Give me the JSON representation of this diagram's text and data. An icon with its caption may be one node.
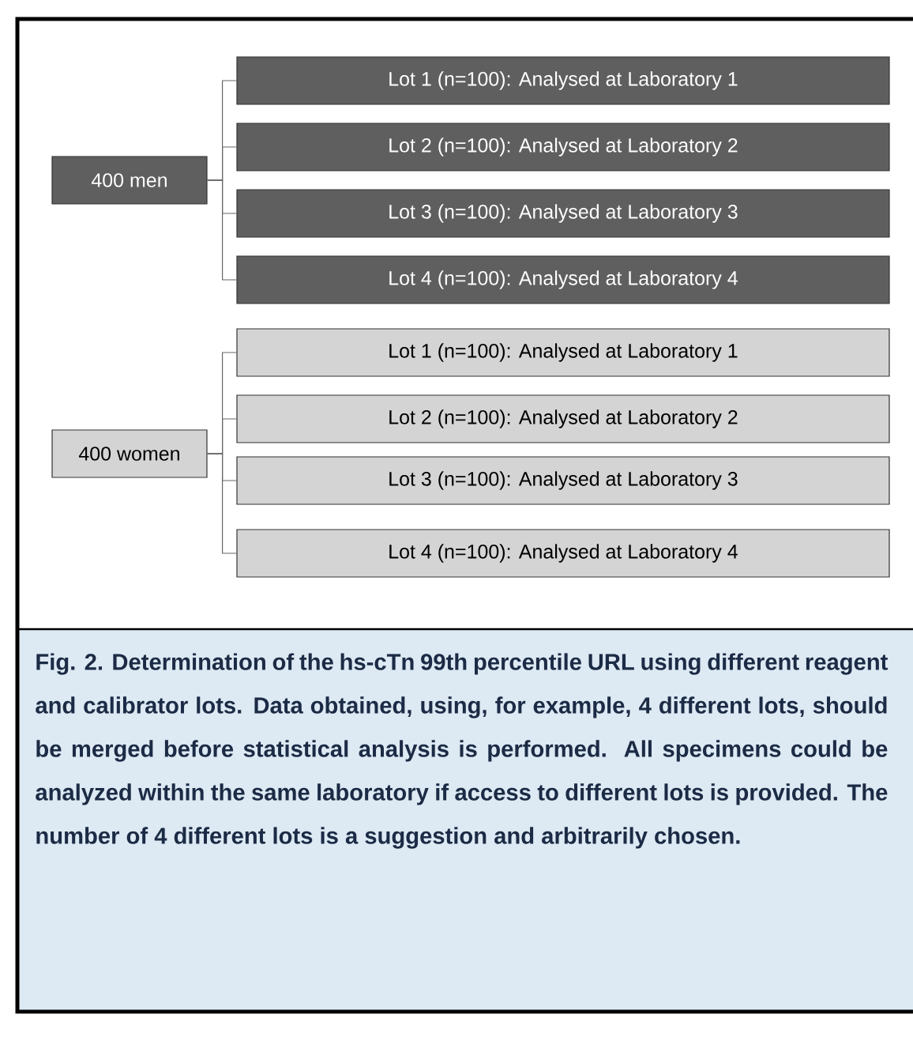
{
  "diagram": {
    "caption": "Fig. 2. Determination of the hs-cTn 99th percentile URL using different reagent and calibrator lots. Data obtained, using, for example, 4 different lots, should be merged before statistical analysis is performed. All specimens could be analyzed within the same laboratory if access to different lots is provided. The number of 4 different lots is a suggestion and arbitrarily chosen.",
    "nodes": [
      {
        "text": [
          "400 men"
        ]
      },
      {
        "text": [
          "Lot 1 (n=100): Analysed at Laboratory 1"
        ]
      },
      {
        "text": [
          "Lot 2 (n=100): Analysed at Laboratory 2"
        ]
      },
      {
        "text": [
          "Lot 3 (n=100): Analysed at Laboratory 3"
        ]
      },
      {
        "text": [
          "Lot 4 (n=100): Analysed at Laboratory 4"
        ]
      },
      {
        "text": [
          "400 women"
        ]
      },
      {
        "text": [
          "Lot 1 (n=100): Analysed at Laboratory 1"
        ]
      },
      {
        "text": [
          "Lot 2 (n=100): Analysed at Laboratory 2"
        ]
      },
      {
        "text": [
          "Lot 3 (n=100): Analysed at Laboratory 3"
        ]
      },
      {
        "text": [
          "Lot 4 (n=100): Analysed at Laboratory 4"
        ]
      }
    ],
    "edges": [
      {
        "from": 0,
        "to": 1,
        "arrow": "none"
      },
      {
        "from": 0,
        "to": 2,
        "arrow": "none"
      },
      {
        "from": 0,
        "to": 3,
        "arrow": "none"
      },
      {
        "from": 0,
        "to": 4,
        "arrow": "none"
      },
      {
        "from": 5,
        "to": 6,
        "arrow": "none"
      },
      {
        "from": 5,
        "to": 7,
        "arrow": "none"
      },
      {
        "from": 5,
        "to": 8,
        "arrow": "none"
      },
      {
        "from": 5,
        "to": 9,
        "arrow": "none"
      }
    ]
  }
}
